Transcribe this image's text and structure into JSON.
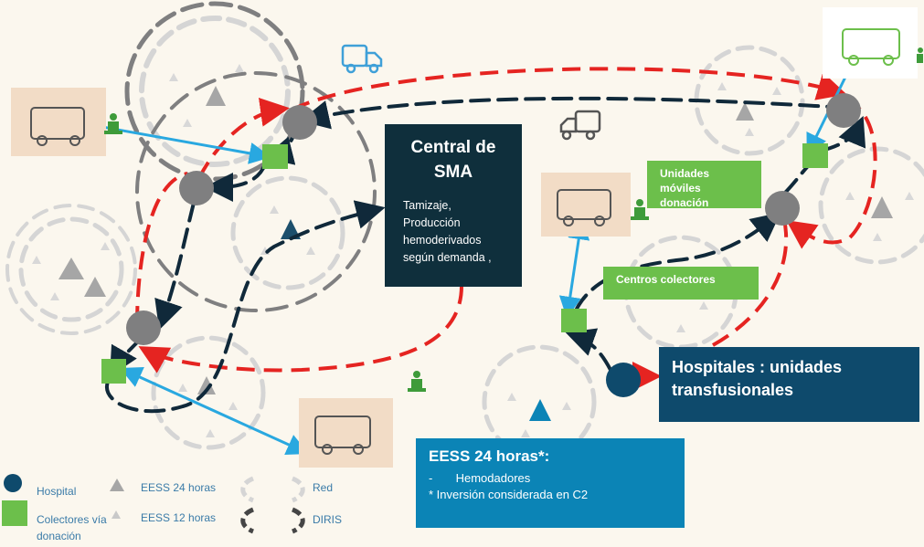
{
  "central": {
    "title": "Central de SMA",
    "body": "Tamizaje,\nProducción\nhemoderivados\nsegún demanda ,"
  },
  "hospitales_box": {
    "text": "Hospitales : unidades transfusionales"
  },
  "eess_box": {
    "title": "EESS 24 horas*:",
    "line1": "-       Hemodadores",
    "line2": "* Inversión considerada en C2"
  },
  "labels": {
    "unidades_moviles": "Unidades móviles donación",
    "centros_colectores": "Centros colectores"
  },
  "legend": {
    "hospital": "Hospital",
    "colectores": "Colectores vía donación",
    "eess24": "EESS 24 horas",
    "eess12": "EESS 12 horas",
    "red": "Red",
    "diris": "DIRIS"
  },
  "colors": {
    "red_route": "#e52421",
    "diris_route": "#10293a",
    "donor_link": "#29a8e0",
    "collector": "#6cbf4b",
    "hospital_node": "#0e4a6c",
    "grey_node": "#7f7f80"
  },
  "icons": [
    "truck-icon",
    "van-icon",
    "donor-icon",
    "triangle-icon",
    "circle-node-icon"
  ]
}
